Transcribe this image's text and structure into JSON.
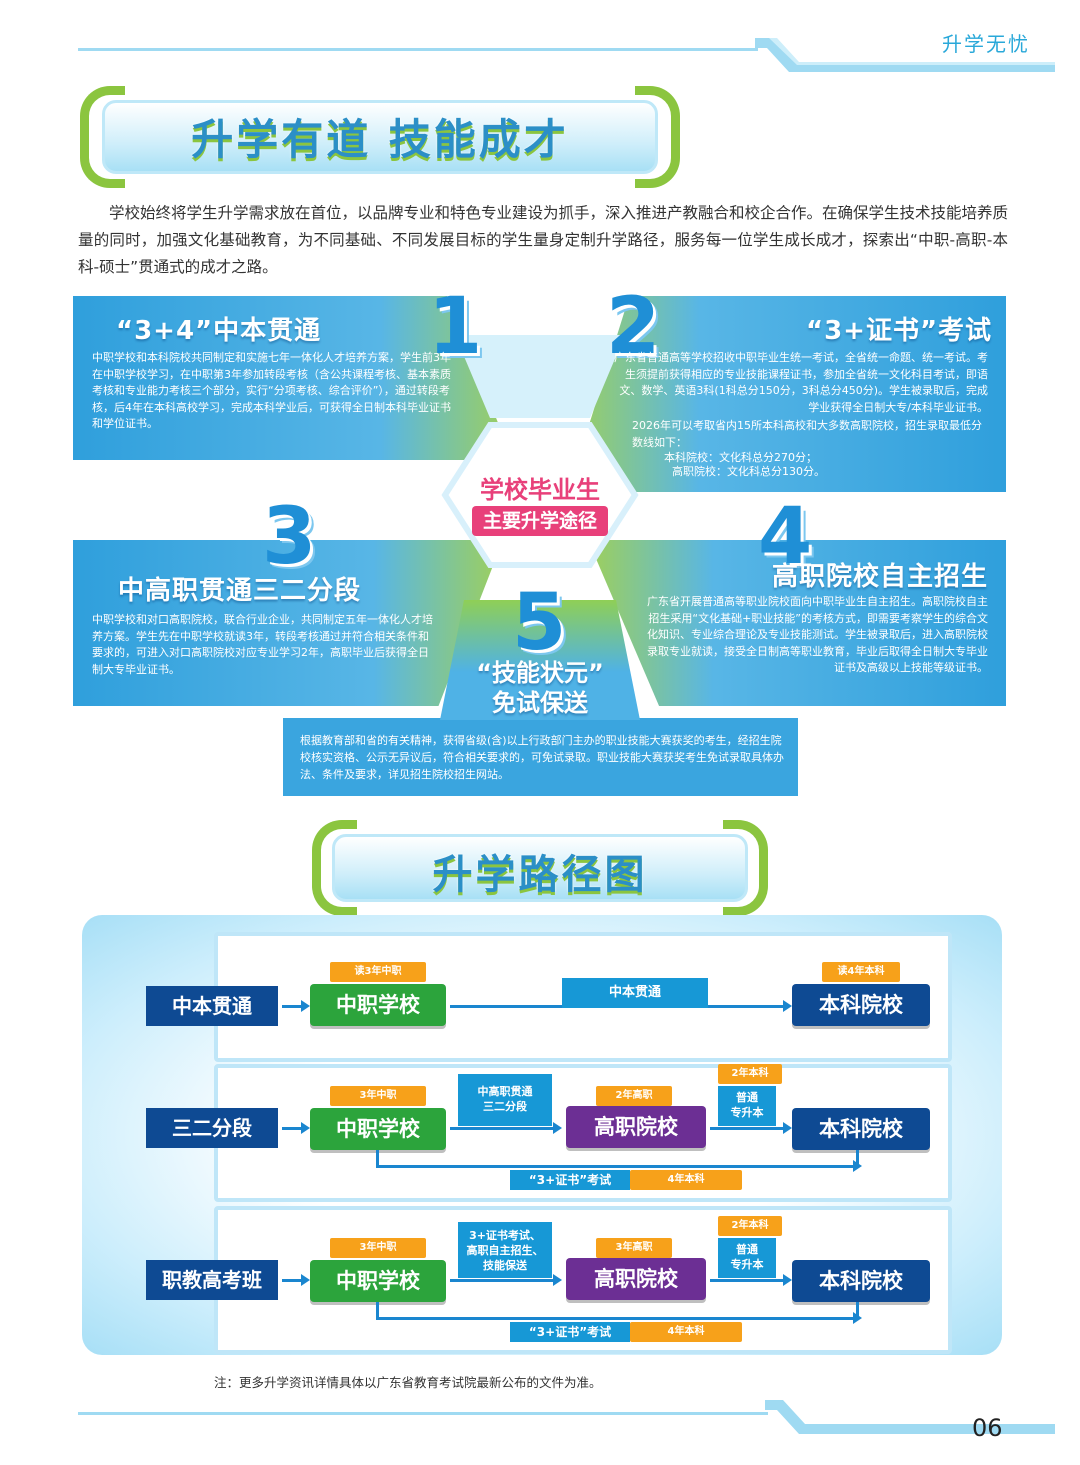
{
  "header": {
    "title": "升学无忧"
  },
  "section1": {
    "title": "升学有道 技能成才"
  },
  "intro": "学校始终将学生升学需求放在首位，以品牌专业和特色专业建设为抓手，深入推进产教融合和校企合作。在确保学生技术技能培养质量的同时，加强文化基础教育，为不同基础、不同发展目标的学生量身定制升学路径，服务每一位学生成长成才，探索出“中职-高职-本科-硕士”贯通式的成才之路。",
  "hub": {
    "line1": "学校毕业生",
    "line2": "主要升学途径"
  },
  "paths": [
    {
      "num": "1",
      "title": "“3+4”中本贯通",
      "text": "中职学校和本科院校共同制定和实施七年一体化人才培养方案，学生前3年在中职学校学习，在中职第3年参加转段考核（含公共课程考核、基本素质考核和专业能力考核三个部分，实行“分项考核、综合评价”），通过转段考核，后4年在本科高校学习，完成本科学业后，可获得全日制本科毕业证书和学位证书。"
    },
    {
      "num": "2",
      "title": "“3+证书”考试",
      "text": "广东省普通高等学校招收中职毕业生统一考试，全省统一命题、统一考试。考生须提前获得相应的专业技能课程证书，参加全省统一文化科目考试，即语文、数学、英语3科(1科总分150分，3科总分450分)。学生被录取后，完成学业获得全日制大专/本科毕业证书。",
      "text2": "2026年可以考取省内15所本科高校和大多数高职院校，招生录取最低分数线如下：",
      "line_a": "本科院校：文化科总分270分；",
      "line_b": "高职院校：文化科总分130分。"
    },
    {
      "num": "3",
      "title": "中高职贯通三二分段",
      "text": "中职学校和对口高职院校，联合行业企业，共同制定五年一体化人才培养方案。学生先在中职学校就读3年，转段考核通过并符合相关条件和要求的，可进入对口高职院校对应专业学习2年，高职毕业后获得全日制大专毕业证书。"
    },
    {
      "num": "4",
      "title": "高职院校自主招生",
      "text": "广东省开展普通高等职业院校面向中职毕业生自主招生。高职院校自主招生采用“文化基础+职业技能”的考核方式，即需要考察学生的综合文化知识、专业综合理论及专业技能测试。学生被录取后，进入高职院校录取专业就读，接受全日制高等职业教育，毕业后取得全日制大专毕业证书及高级以上技能等级证书。"
    },
    {
      "num": "5",
      "title_a": "“技能状元”",
      "title_b": "免试保送",
      "text": "根据教育部和省的有关精神，获得省级(含)以上行政部门主办的职业技能大赛获奖的考生，经招生院校核实资格、公示无异议后，符合相关要求的，可免试录取。职业技能大赛获奖考生免试录取具体办法、条件及要求，详见招生院校招生网站。"
    }
  ],
  "section2": {
    "title": "升学路径图"
  },
  "routes": [
    {
      "source": "中本贯通",
      "school": "中职学校",
      "tag1": "读3年中职",
      "mid": "中本贯通",
      "dest": "本科院校",
      "tag_dest": "读4年本科"
    },
    {
      "source": "三二分段",
      "school": "中职学校",
      "tag1": "3年中职",
      "mid": "中高职贯通\n三二分段",
      "college": "高职院校",
      "tag2": "2年高职",
      "upgrade": "普通\n专升本",
      "tag_up": "2年本科",
      "dest": "本科院校",
      "exam": "“3+证书”考试",
      "exam_tag": "4年本科"
    },
    {
      "source": "职教高考班",
      "school": "中职学校",
      "tag1": "3年中职",
      "mid": "3+证书考试、\n高职自主招生、\n技能保送",
      "college": "高职院校",
      "tag2": "3年高职",
      "upgrade": "普通\n专升本",
      "tag_up": "2年本科",
      "dest": "本科院校",
      "exam": "“3+证书”考试",
      "exam_tag": "4年本科"
    }
  ],
  "note": "注：更多升学资讯详情具体以广东省教育考试院最新公布的文件为准。",
  "page_number": "06",
  "colors": {
    "brand_blue": "#2f9fdc",
    "accent_green": "#8bc53f",
    "pink": "#e8407a",
    "navy": "#0e4a93",
    "orange": "#f7a11a",
    "purple": "#6c2f94",
    "school_green": "#2ca43c"
  }
}
